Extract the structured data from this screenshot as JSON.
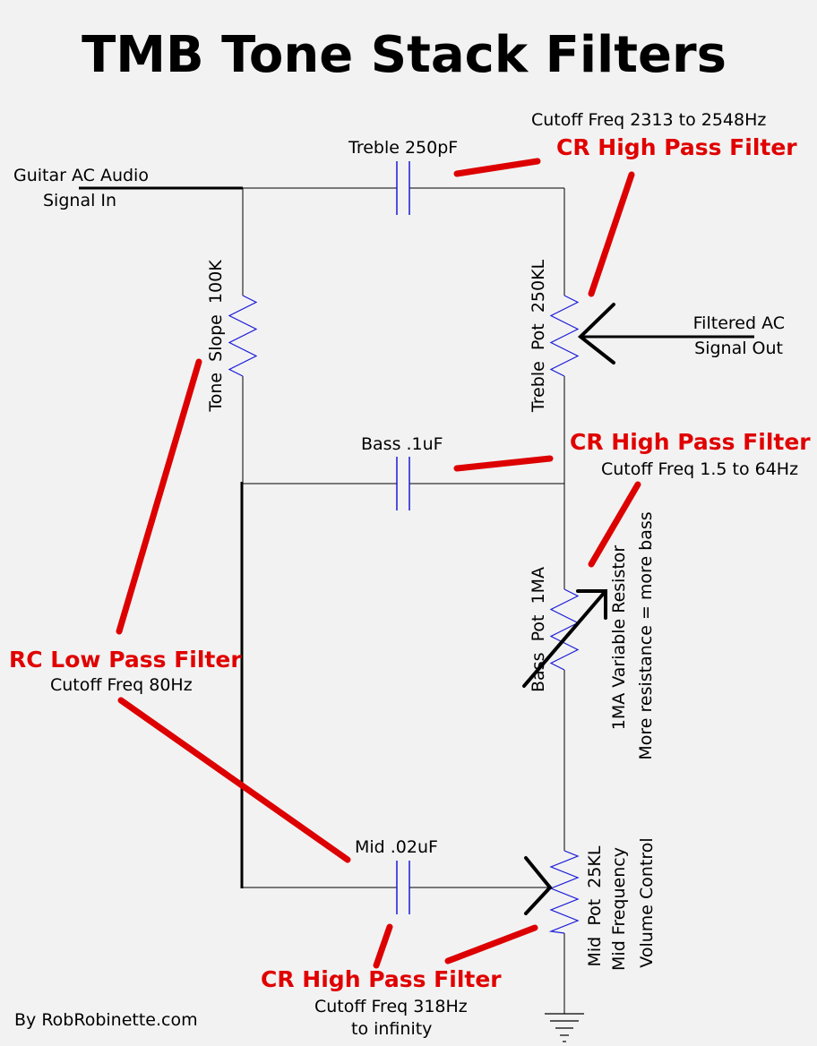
{
  "title": "TMB Tone Stack Filters",
  "credit": "By RobRobinette.com",
  "input": {
    "line1": "Guitar AC Audio",
    "line2": "Signal In"
  },
  "output": {
    "line1": "Filtered AC",
    "line2": "Signal Out"
  },
  "components": {
    "treble_cap": "Treble 250pF",
    "bass_cap": "Bass .1uF",
    "mid_cap": "Mid .02uF",
    "tone_slope": "Tone  Slope  100K",
    "treble_pot": "Treble  Pot  250KL",
    "bass_pot": "Bass  Pot  1MA",
    "mid_pot": "Mid  Pot  25KL"
  },
  "filters": {
    "treble": {
      "name": "CR High Pass Filter",
      "cutoff": "Cutoff Freq 2313 to 2548Hz"
    },
    "bass": {
      "name": "CR High Pass Filter",
      "cutoff": "Cutoff Freq 1.5 to 64Hz"
    },
    "lowpass": {
      "name": "RC Low Pass Filter",
      "cutoff": "Cutoff Freq 80Hz"
    },
    "mid": {
      "name": "CR High Pass Filter",
      "cutoff_line1": "Cutoff Freq 318Hz",
      "cutoff_line2": "to infinity"
    }
  },
  "notes": {
    "bass_variable": "1MA Variable Resistor",
    "bass_more": "More resistance = more bass",
    "mid_freq": "Mid Frequency",
    "mid_volume": "Volume Control"
  },
  "colors": {
    "accent": "#e00000",
    "component": "#1a1ad8",
    "background": "#f2f2f2"
  }
}
